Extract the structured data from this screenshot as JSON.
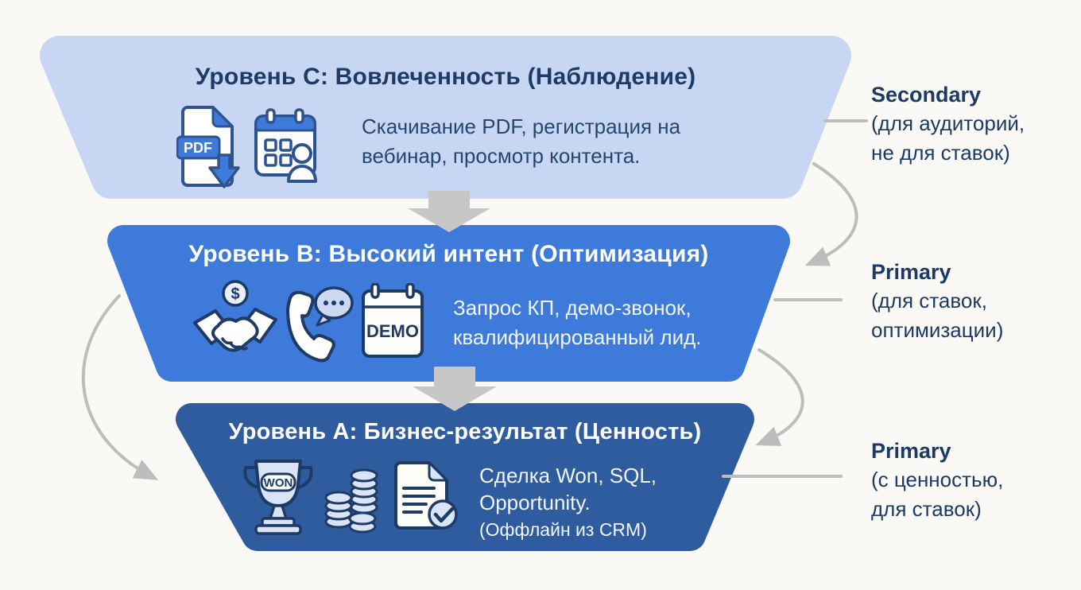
{
  "colors": {
    "background": "#FAF9F5",
    "level_c_fill": "#C7D6F2",
    "level_b_fill": "#3D7AD9",
    "level_a_fill": "#2E5C9F",
    "heading_navy": "#1E3A66",
    "white_text": "#FFFFFF",
    "block_arrow_gray": "#C7C7C7",
    "connector_gray": "#BDBDBD",
    "icon_outline_navy": "#1E3A66",
    "icon_outline_blue": "#2F5391"
  },
  "funnel": {
    "levels": [
      {
        "id": "level-c",
        "title": "Уровень C: Вовлеченность (Наблюдение)",
        "desc_line1": "Скачивание PDF, регистрация на",
        "desc_line2": "вебинар, просмотр контента.",
        "fill": "#C7D6F2",
        "icons": [
          {
            "name": "pdf-download-icon",
            "label": "PDF"
          },
          {
            "name": "webinar-calendar-icon"
          }
        ]
      },
      {
        "id": "level-b",
        "title": "Уровень B: Высокий интент (Оптимизация)",
        "desc_line1": "Запрос КП, демо-звонок,",
        "desc_line2": "квалифицированный лид.",
        "fill": "#3D7AD9",
        "icons": [
          {
            "name": "handshake-dollar-icon",
            "label": "$"
          },
          {
            "name": "phone-chat-icon"
          },
          {
            "name": "demo-calendar-icon",
            "label": "DEMO"
          }
        ]
      },
      {
        "id": "level-a",
        "title": "Уровень A: Бизнес-результат (Ценность)",
        "desc_line1": "Сделка Won, SQL,",
        "desc_line2": "Opportunity.",
        "desc_line3": "(Оффлайн из CRM)",
        "fill": "#2E5C9F",
        "icons": [
          {
            "name": "trophy-won-icon",
            "label": "WON"
          },
          {
            "name": "coin-stack-icon"
          },
          {
            "name": "document-check-icon"
          }
        ]
      }
    ]
  },
  "side_labels": [
    {
      "heading": "Secondary",
      "line1": "(для аудиторий,",
      "line2": "не для ставок)"
    },
    {
      "heading": "Primary",
      "line1": "(для ставок,",
      "line2": "оптимизации)"
    },
    {
      "heading": "Primary",
      "line1": "(с ценностью,",
      "line2": "для ставок)"
    }
  ]
}
